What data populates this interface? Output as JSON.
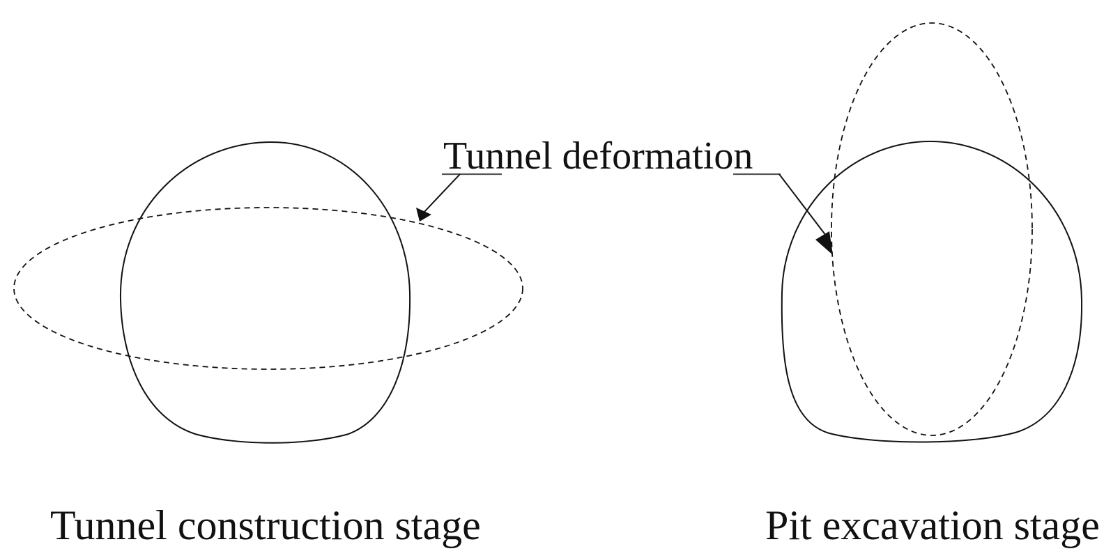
{
  "annotation": {
    "text": "Tunnel deformation"
  },
  "captions": {
    "left": "Tunnel construction stage",
    "right": "Pit excavation stage"
  },
  "colors": {
    "line": "#111111",
    "background": "#ffffff"
  }
}
